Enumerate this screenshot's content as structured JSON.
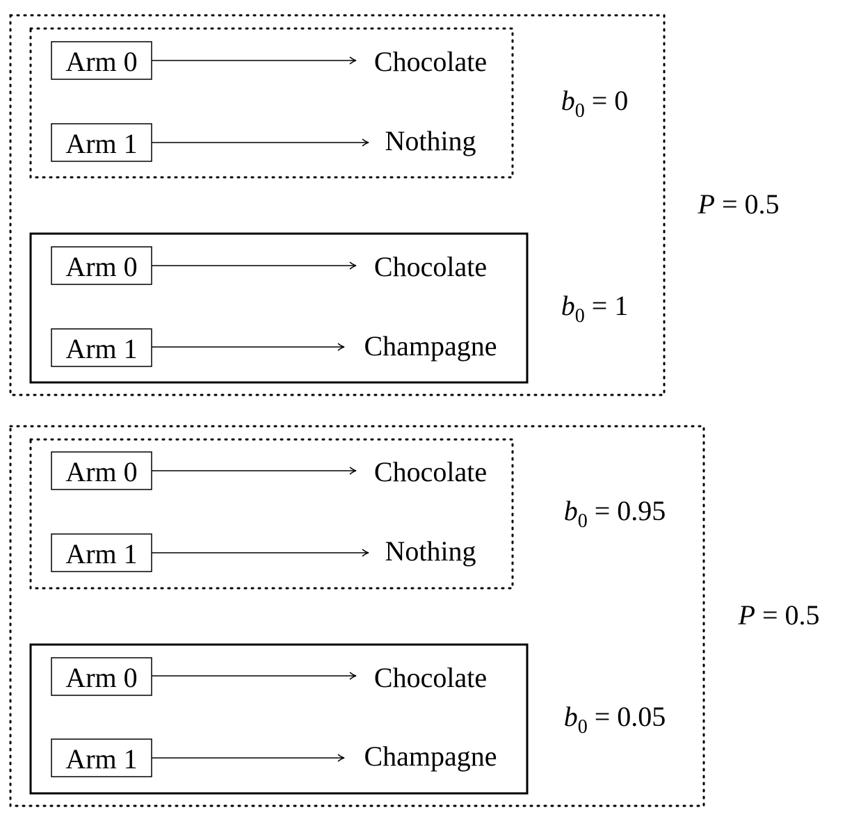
{
  "scenarios": [
    {
      "probability": {
        "var": "P",
        "eq": " = ",
        "value": "0.5"
      },
      "worlds": [
        {
          "style": "dotted",
          "belief": {
            "var": "b",
            "sub": "0",
            "eq": " = ",
            "value": "0"
          },
          "arms": [
            {
              "label": "Arm 0",
              "outcome": "Chocolate"
            },
            {
              "label": "Arm 1",
              "outcome": "Nothing"
            }
          ]
        },
        {
          "style": "solid",
          "belief": {
            "var": "b",
            "sub": "0",
            "eq": " = ",
            "value": "1"
          },
          "arms": [
            {
              "label": "Arm 0",
              "outcome": "Chocolate"
            },
            {
              "label": "Arm 1",
              "outcome": "Champagne"
            }
          ]
        }
      ]
    },
    {
      "probability": {
        "var": "P",
        "eq": " = ",
        "value": "0.5"
      },
      "worlds": [
        {
          "style": "dotted",
          "belief": {
            "var": "b",
            "sub": "0",
            "eq": " = ",
            "value": "0.95"
          },
          "arms": [
            {
              "label": "Arm 0",
              "outcome": "Chocolate"
            },
            {
              "label": "Arm 1",
              "outcome": "Nothing"
            }
          ]
        },
        {
          "style": "solid",
          "belief": {
            "var": "b",
            "sub": "0",
            "eq": " = ",
            "value": "0.05"
          },
          "arms": [
            {
              "label": "Arm 0",
              "outcome": "Chocolate"
            },
            {
              "label": "Arm 1",
              "outcome": "Champagne"
            }
          ]
        }
      ]
    }
  ]
}
